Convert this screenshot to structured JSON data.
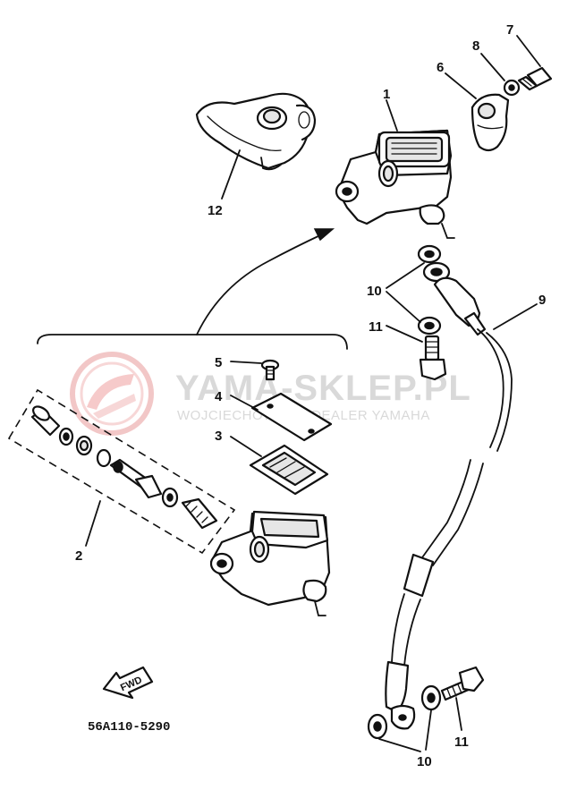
{
  "callouts": {
    "master_cylinder": "1",
    "cylinder_kit": "2",
    "diaphragm": "3",
    "reservoir_cap": "4",
    "cap_screw": "5",
    "holder": "6",
    "holder_bolt": "7",
    "washer": "8",
    "brake_hose": "9",
    "copper_washers_upper": "10",
    "copper_washers_lower": "10",
    "union_bolt_upper": "11",
    "union_bolt_lower": "11",
    "lever_cover": "12"
  },
  "diagram_code": "56A110-5290",
  "fwd_label": "FWD",
  "watermark": {
    "title": "YAMA-SKLEP.PL",
    "subtitle": "WOJCIECHOWICZ | DEALER YAMAHA",
    "color": "#d9d9d9",
    "logo_color": "#f2b8b8"
  }
}
